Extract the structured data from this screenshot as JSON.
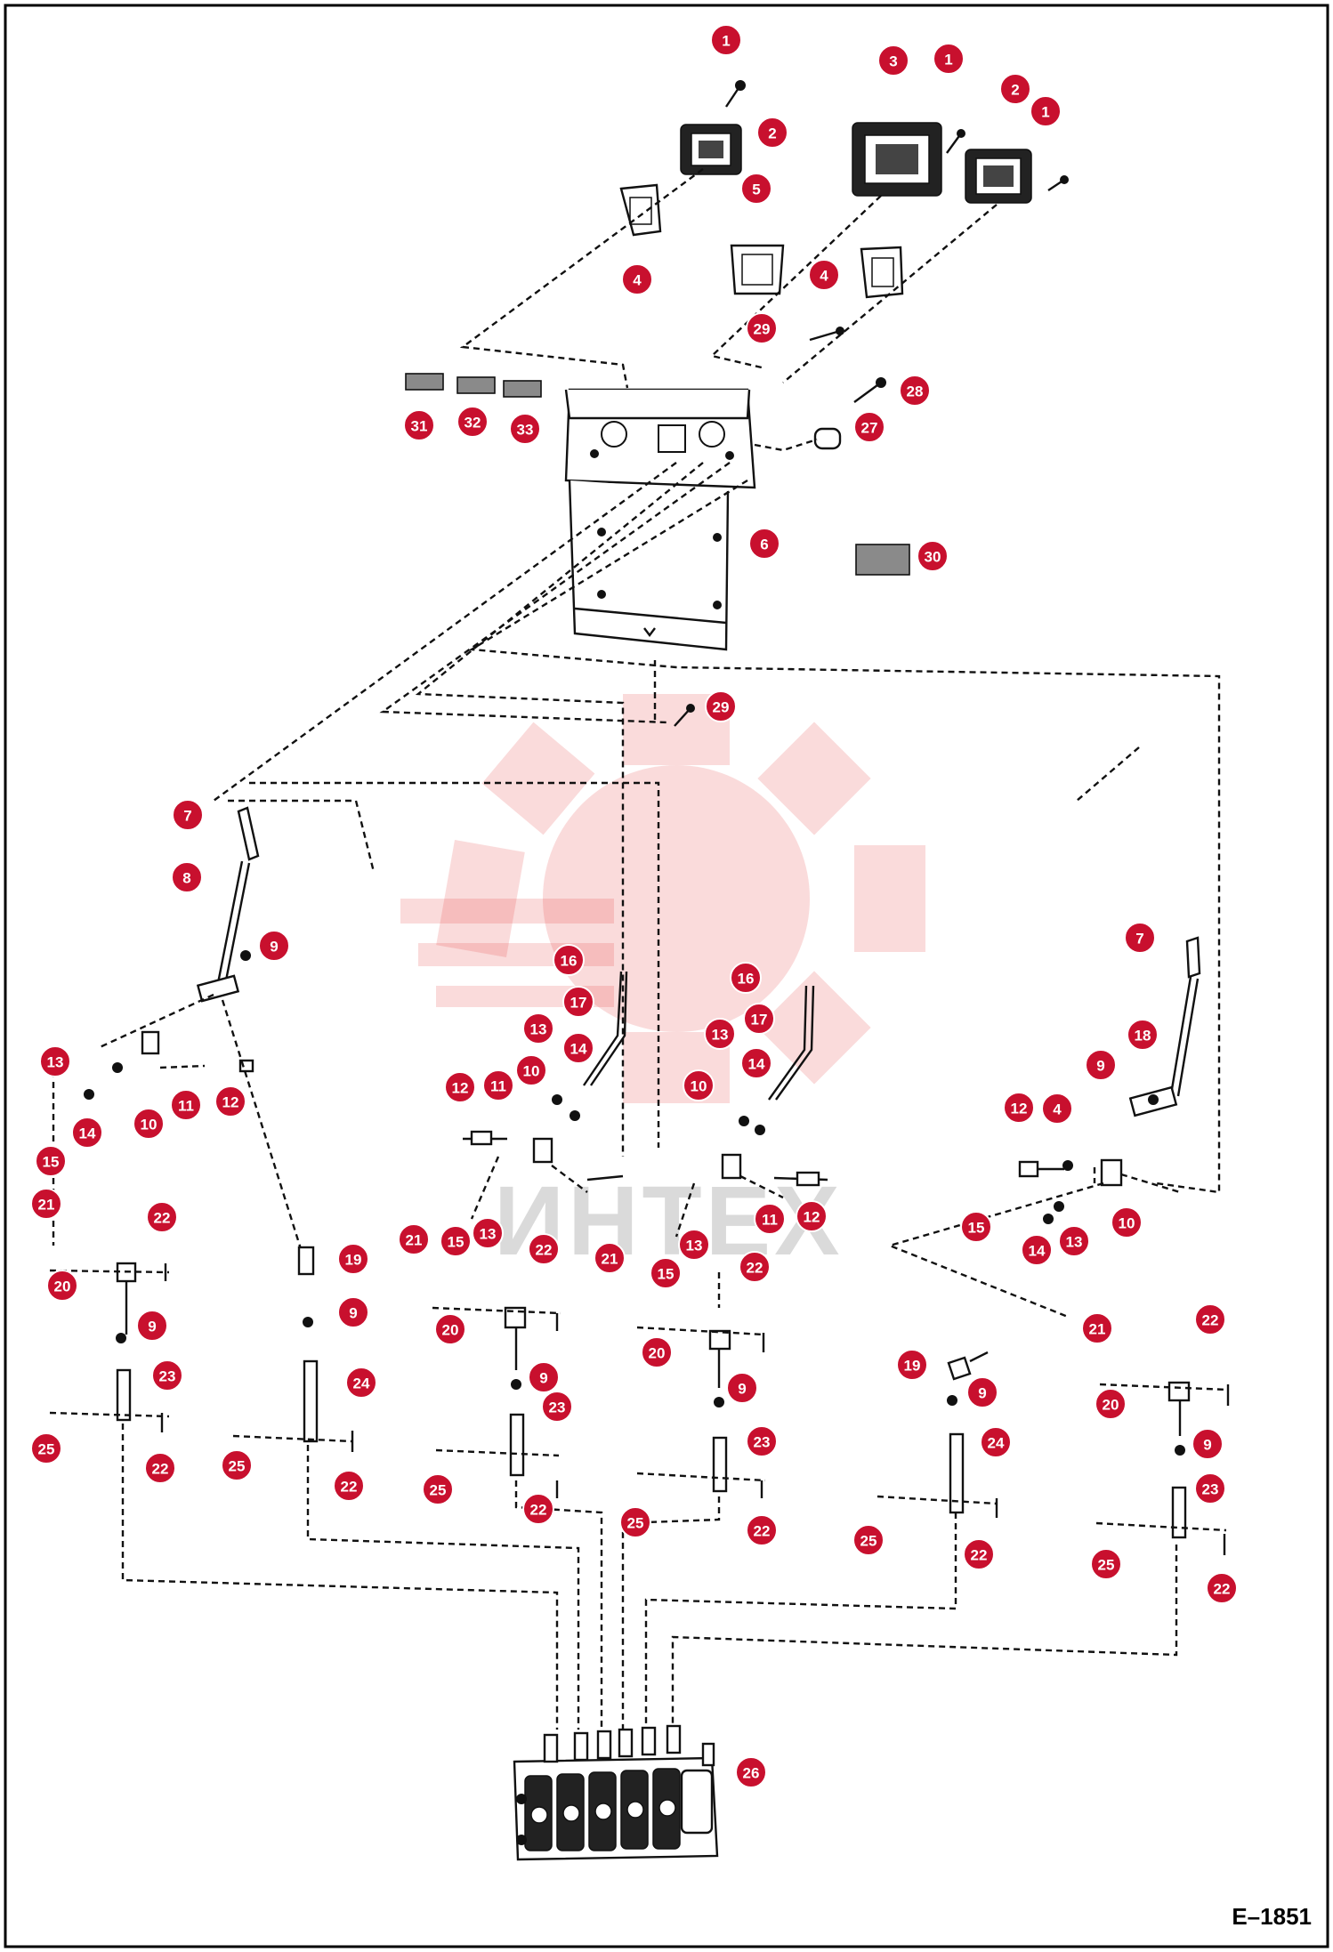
{
  "drawing_number": "E–1851",
  "watermark_text": "ИНТЕХ",
  "accent_color": "#c8102e",
  "callouts": [
    {
      "label": "1"
    },
    {
      "label": "2"
    },
    {
      "label": "3"
    },
    {
      "label": "1"
    },
    {
      "label": "2"
    },
    {
      "label": "1"
    },
    {
      "label": "4"
    },
    {
      "label": "5"
    },
    {
      "label": "4"
    },
    {
      "label": "29"
    },
    {
      "label": "28"
    },
    {
      "label": "27"
    },
    {
      "label": "31"
    },
    {
      "label": "32"
    },
    {
      "label": "33"
    },
    {
      "label": "6"
    },
    {
      "label": "30"
    },
    {
      "label": "29"
    },
    {
      "label": "7"
    },
    {
      "label": "8"
    },
    {
      "label": "9"
    },
    {
      "label": "13"
    },
    {
      "label": "14"
    },
    {
      "label": "10"
    },
    {
      "label": "11"
    },
    {
      "label": "12"
    },
    {
      "label": "15"
    },
    {
      "label": "21"
    },
    {
      "label": "22"
    },
    {
      "label": "20"
    },
    {
      "label": "9"
    },
    {
      "label": "23"
    },
    {
      "label": "25"
    },
    {
      "label": "22"
    },
    {
      "label": "19"
    },
    {
      "label": "9"
    },
    {
      "label": "24"
    },
    {
      "label": "25"
    },
    {
      "label": "22"
    },
    {
      "label": "16"
    },
    {
      "label": "17"
    },
    {
      "label": "13"
    },
    {
      "label": "14"
    },
    {
      "label": "12"
    },
    {
      "label": "11"
    },
    {
      "label": "10"
    },
    {
      "label": "21"
    },
    {
      "label": "15"
    },
    {
      "label": "13"
    },
    {
      "label": "22"
    },
    {
      "label": "20"
    },
    {
      "label": "9"
    },
    {
      "label": "23"
    },
    {
      "label": "25"
    },
    {
      "label": "22"
    },
    {
      "label": "16"
    },
    {
      "label": "17"
    },
    {
      "label": "13"
    },
    {
      "label": "14"
    },
    {
      "label": "10"
    },
    {
      "label": "11"
    },
    {
      "label": "12"
    },
    {
      "label": "21"
    },
    {
      "label": "15"
    },
    {
      "label": "13"
    },
    {
      "label": "22"
    },
    {
      "label": "20"
    },
    {
      "label": "9"
    },
    {
      "label": "23"
    },
    {
      "label": "25"
    },
    {
      "label": "22"
    },
    {
      "label": "7"
    },
    {
      "label": "18"
    },
    {
      "label": "9"
    },
    {
      "label": "12"
    },
    {
      "label": "4"
    },
    {
      "label": "15"
    },
    {
      "label": "14"
    },
    {
      "label": "13"
    },
    {
      "label": "10"
    },
    {
      "label": "19"
    },
    {
      "label": "9"
    },
    {
      "label": "24"
    },
    {
      "label": "25"
    },
    {
      "label": "22"
    },
    {
      "label": "21"
    },
    {
      "label": "22"
    },
    {
      "label": "20"
    },
    {
      "label": "9"
    },
    {
      "label": "23"
    },
    {
      "label": "25"
    },
    {
      "label": "22"
    },
    {
      "label": "26"
    }
  ]
}
